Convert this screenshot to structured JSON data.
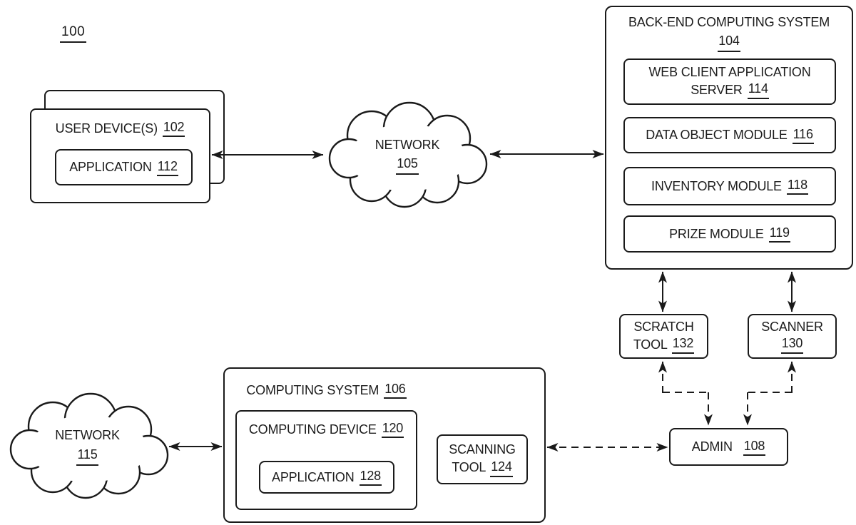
{
  "figure": {
    "ref": "100"
  },
  "nodes": {
    "user_devices": {
      "label": "USER DEVICE(S)",
      "ref": "102"
    },
    "application_112": {
      "label": "APPLICATION",
      "ref": "112"
    },
    "network_105": {
      "label": "NETWORK",
      "ref": "105"
    },
    "backend_system": {
      "label": "BACK-END COMPUTING SYSTEM",
      "ref": "104"
    },
    "web_client_server": {
      "line1": "WEB CLIENT APPLICATION",
      "line2": "SERVER",
      "ref": "114"
    },
    "data_object_module": {
      "label": "DATA OBJECT MODULE",
      "ref": "116"
    },
    "inventory_module": {
      "label": "INVENTORY MODULE",
      "ref": "118"
    },
    "prize_module": {
      "label": "PRIZE MODULE",
      "ref": "119"
    },
    "scratch_tool": {
      "line1": "SCRATCH",
      "line2": "TOOL",
      "ref": "132"
    },
    "scanner": {
      "line1": "SCANNER",
      "ref": "130"
    },
    "admin": {
      "label": "ADMIN",
      "ref": "108"
    },
    "computing_system": {
      "label": "COMPUTING SYSTEM",
      "ref": "106"
    },
    "computing_device": {
      "label": "COMPUTING DEVICE",
      "ref": "120"
    },
    "application_128": {
      "label": "APPLICATION",
      "ref": "128"
    },
    "scanning_tool": {
      "line1": "SCANNING",
      "line2": "TOOL",
      "ref": "124"
    },
    "network_115": {
      "label": "NETWORK",
      "ref": "115"
    }
  },
  "colors": {
    "ink": "#1a1a1a",
    "background": "#ffffff"
  }
}
